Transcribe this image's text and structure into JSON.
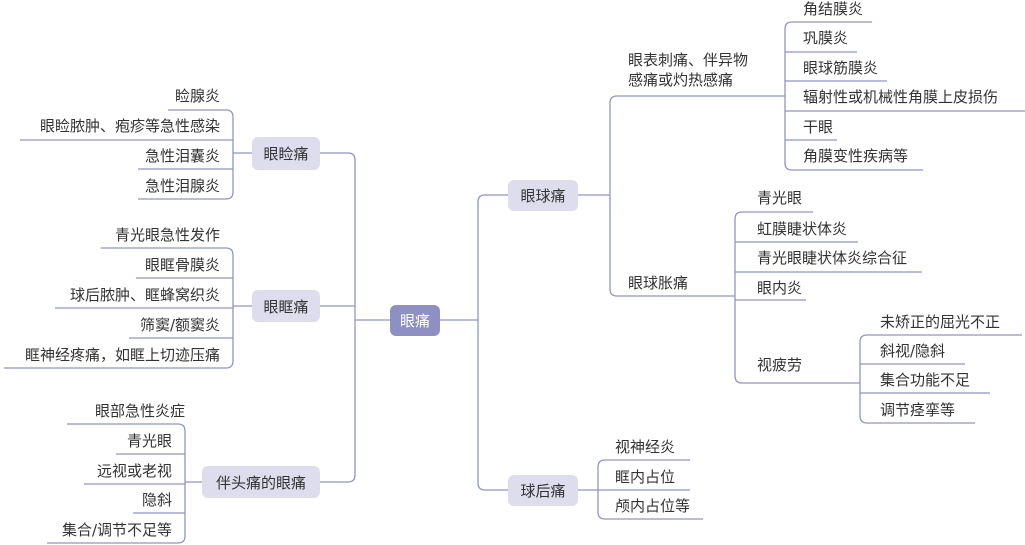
{
  "root": "眼痛",
  "left": [
    {
      "label": "眼睑痛",
      "children": [
        "睑腺炎",
        "眼睑脓肿、疱疹等急性感染",
        "急性泪囊炎",
        "急性泪腺炎"
      ]
    },
    {
      "label": "眼眶痛",
      "children": [
        "青光眼急性发作",
        "眼眶骨膜炎",
        "球后脓肿、眶蜂窝织炎",
        "筛窦/额窦炎",
        "眶神经疼痛，如眶上切迹压痛"
      ]
    },
    {
      "label": "伴头痛的眼痛",
      "children": [
        "眼部急性炎症",
        "青光眼",
        "远视或老视",
        "隐斜",
        "集合/调节不足等"
      ]
    }
  ],
  "right": [
    {
      "label": "眼球痛",
      "children": [
        {
          "label": "眼表刺痛、伴异物感痛或灼热感痛",
          "line1": "眼表刺痛、伴异物",
          "line2": "感痛或灼热感痛",
          "children": [
            "角结膜炎",
            "巩膜炎",
            "眼球筋膜炎",
            "辐射性或机械性角膜上皮损伤",
            "干眼",
            "角膜变性疾病等"
          ]
        },
        {
          "label": "眼球胀痛",
          "children": [
            "青光眼",
            "虹膜睫状体炎",
            "青光眼睫状体炎综合征",
            "眼内炎",
            {
              "label": "视疲劳",
              "children": [
                "未矫正的屈光不正",
                "斜视/隐斜",
                "集合功能不足",
                "调节痉挛等"
              ]
            }
          ]
        }
      ]
    },
    {
      "label": "球后痛",
      "children": [
        "视神经炎",
        "眶内占位",
        "颅内占位等"
      ]
    }
  ],
  "colors": {
    "line": "#9094c8",
    "node": "#dedded",
    "root": "#8e8fc2"
  }
}
